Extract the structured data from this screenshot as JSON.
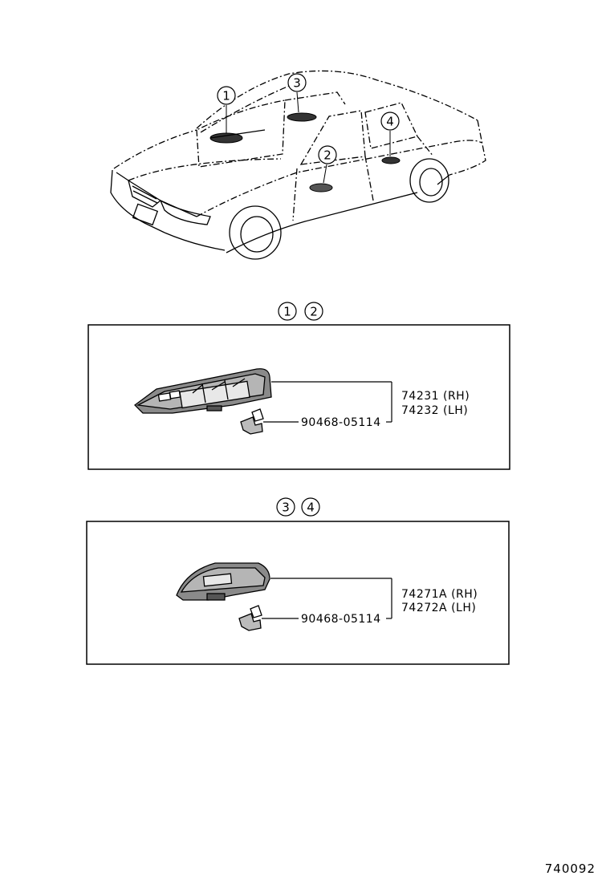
{
  "callouts": {
    "c1": "1",
    "c2": "2",
    "c3": "3",
    "c4": "4"
  },
  "groups": [
    {
      "header": [
        "1",
        "2"
      ],
      "parts": {
        "switch_part_rh": "74231 (RH)",
        "switch_part_lh": "74232 (LH)",
        "clip_part": "90468-05114"
      }
    },
    {
      "header": [
        "3",
        "4"
      ],
      "parts": {
        "switch_part_rh": "74271A (RH)",
        "switch_part_lh": "74272A (LH)",
        "clip_part": "90468-05114"
      }
    }
  ],
  "drawing_ref": "740092"
}
